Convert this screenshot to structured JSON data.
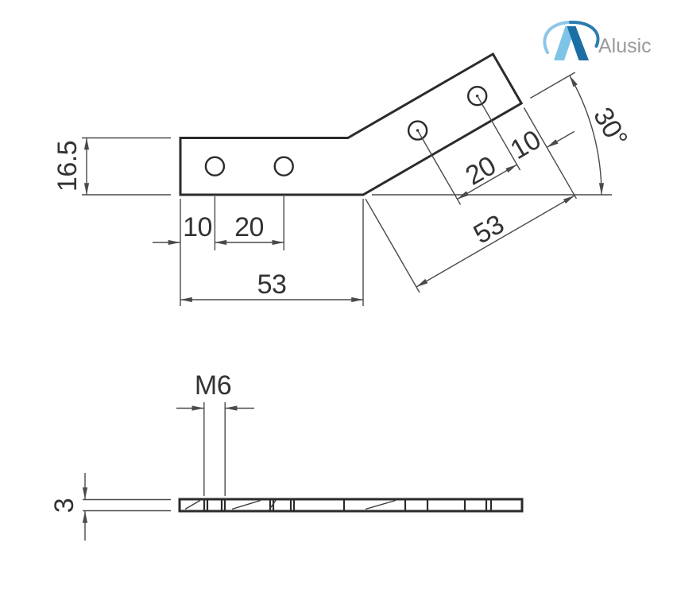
{
  "brand": {
    "name": "Alusic",
    "mark_light": "#7EC3E8",
    "mark_dark": "#1C6FA4",
    "swoosh_left": "#8CC6E8",
    "swoosh_right": "#2B7CB0",
    "text_color": "#9A9A9A"
  },
  "drawing": {
    "line_color": "#2B2B2B",
    "dim_color": "#4A4A4A",
    "plan_view": {
      "plate_width": "16.5",
      "hole_edge_offset": "10",
      "hole_pitch": "20",
      "straight_arm_length": "53",
      "angled_hole_pitch": "20",
      "angled_hole_end_offset": "10",
      "angled_arm_length": "53",
      "bend_angle": "30°"
    },
    "side_view": {
      "thread_callout": "M6",
      "plate_thickness": "3"
    }
  }
}
